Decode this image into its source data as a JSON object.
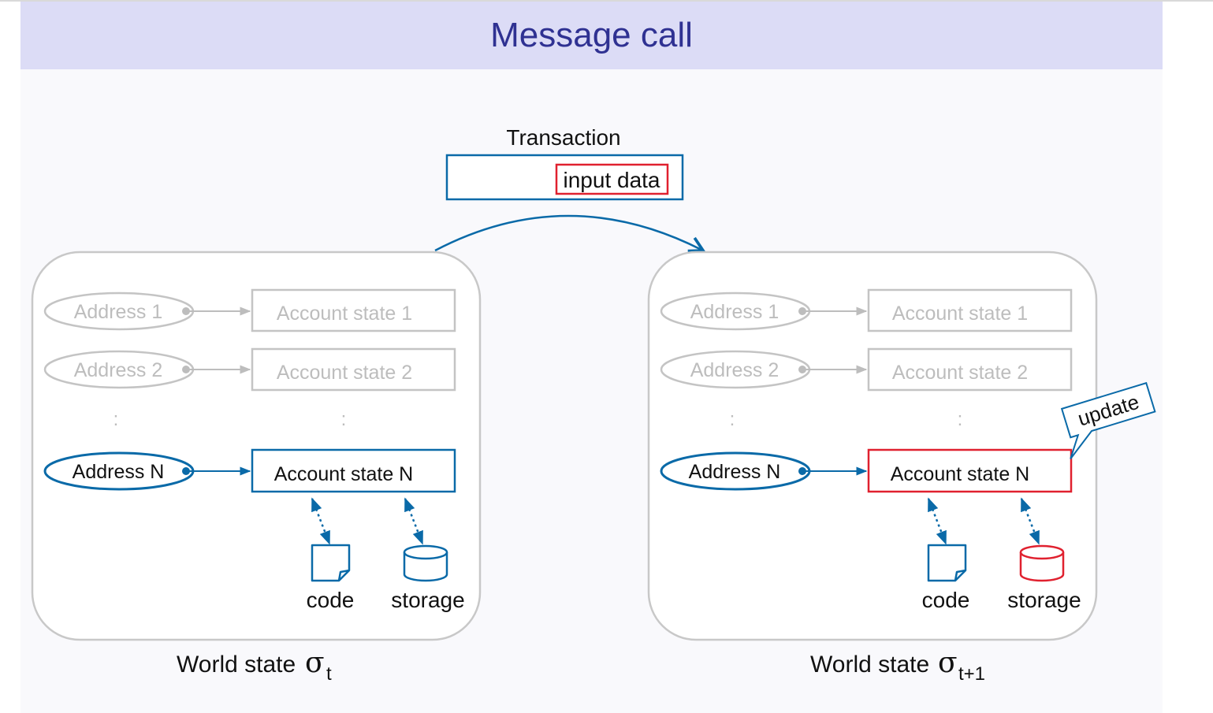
{
  "title": "Message call",
  "transaction": {
    "label": "Transaction",
    "field": "input data"
  },
  "world_before": {
    "caption": "World state",
    "sigma": "σ",
    "subscript": "t",
    "rows": [
      {
        "address": "Address 1",
        "state": "Account state 1"
      },
      {
        "address": "Address 2",
        "state": "Account state 2"
      },
      {
        "address": "Address N",
        "state": "Account state N"
      }
    ],
    "ellipsis": ":",
    "code_label": "code",
    "storage_label": "storage"
  },
  "world_after": {
    "caption": "World state",
    "sigma": "σ",
    "subscript": "t+1",
    "rows": [
      {
        "address": "Address 1",
        "state": "Account state 1"
      },
      {
        "address": "Address 2",
        "state": "Account state 2"
      },
      {
        "address": "Address N",
        "state": "Account state N"
      }
    ],
    "ellipsis": ":",
    "code_label": "code",
    "storage_label": "storage",
    "callout": "update"
  },
  "colors": {
    "blue": "#0a6aa8",
    "red": "#e0212f",
    "gray": "#bdbdbd",
    "title": "#2f3192",
    "title_bar": "#dcdcf6"
  }
}
